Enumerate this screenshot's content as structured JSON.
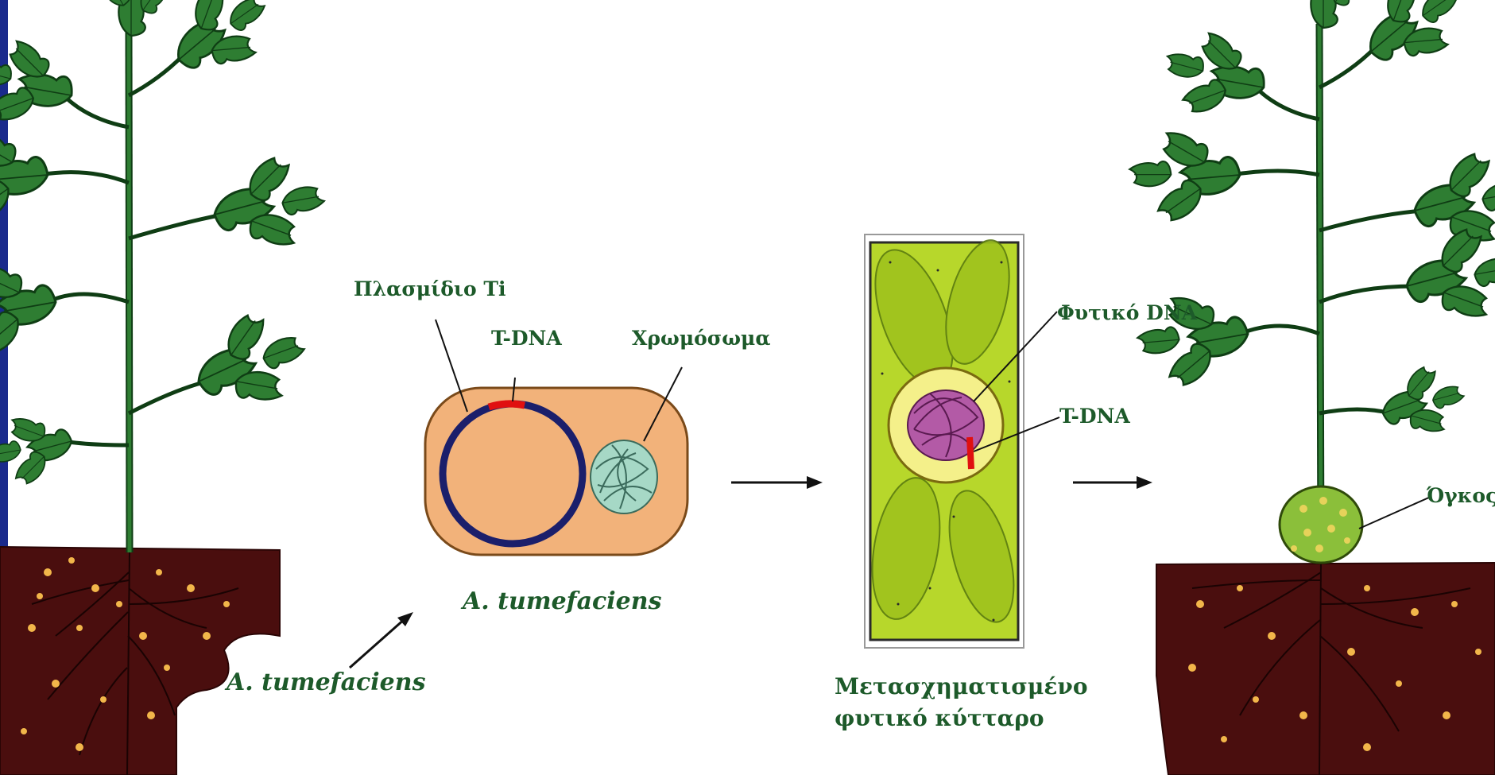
{
  "labels": {
    "plasmid_ti": "Πλασμίδιο Ti",
    "t_dna_bacterium": "T-DNA",
    "chromosome": "Χρωμόσωμα",
    "bacterium_name": "A. tumefaciens",
    "soil_bacteria": "A. tumefaciens",
    "plant_dna": "Φυτικό DNA",
    "t_dna_cell": "T-DNA",
    "transformed_cell_line1": "Μετασχηματισμένο",
    "transformed_cell_line2": "φυτικό κύτταρο",
    "tumor": "Όγκος"
  },
  "colors": {
    "label_text": "#1d5a2a",
    "leaf": "#2e7d32",
    "leaf_dark": "#0f3d14",
    "soil": "#4a0e0e",
    "bacteria_dots": "#f2b64a",
    "bacterium_body": "#f2b27a",
    "plasmid_ring": "#1b1f6b",
    "t_dna": "#e01010",
    "chromosome": "#a6d8c6",
    "cell_wall": "#b7d72b",
    "nucleus": "#f4f08a",
    "plant_dna": "#b35aa6",
    "tumor": "#8bbf3a",
    "side_bar": "#1a2a8c"
  }
}
